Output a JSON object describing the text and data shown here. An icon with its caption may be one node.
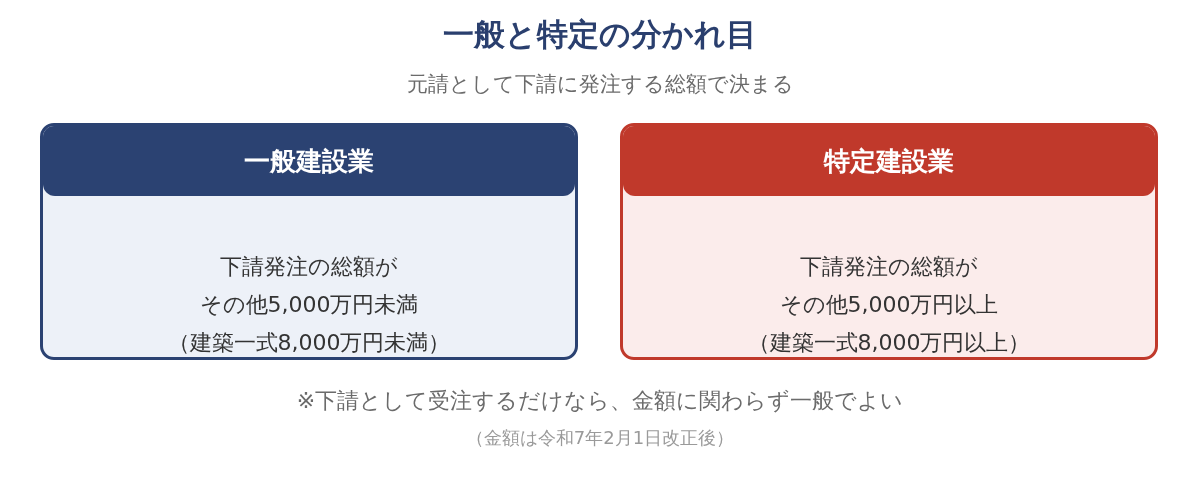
{
  "diagram": {
    "title": "一般と特定の分かれ目",
    "nodes": [
      {
        "text": [
          "一般建設業",
          "下請発注の総額が",
          "その他5,000万円未満",
          "（建築一式8,000万円未満）"
        ]
      },
      {
        "text": [
          "特定建設業",
          "下請発注の総額が",
          "その他5,000万円以上",
          "（建築一式8,000万円以上）"
        ]
      }
    ],
    "labels": [
      "元請として下請に発注する総額で決まる",
      "※下請として受注するだけなら、金額に関わらず一般でよい",
      "（金額は令和7年2月1日改正後）"
    ]
  }
}
